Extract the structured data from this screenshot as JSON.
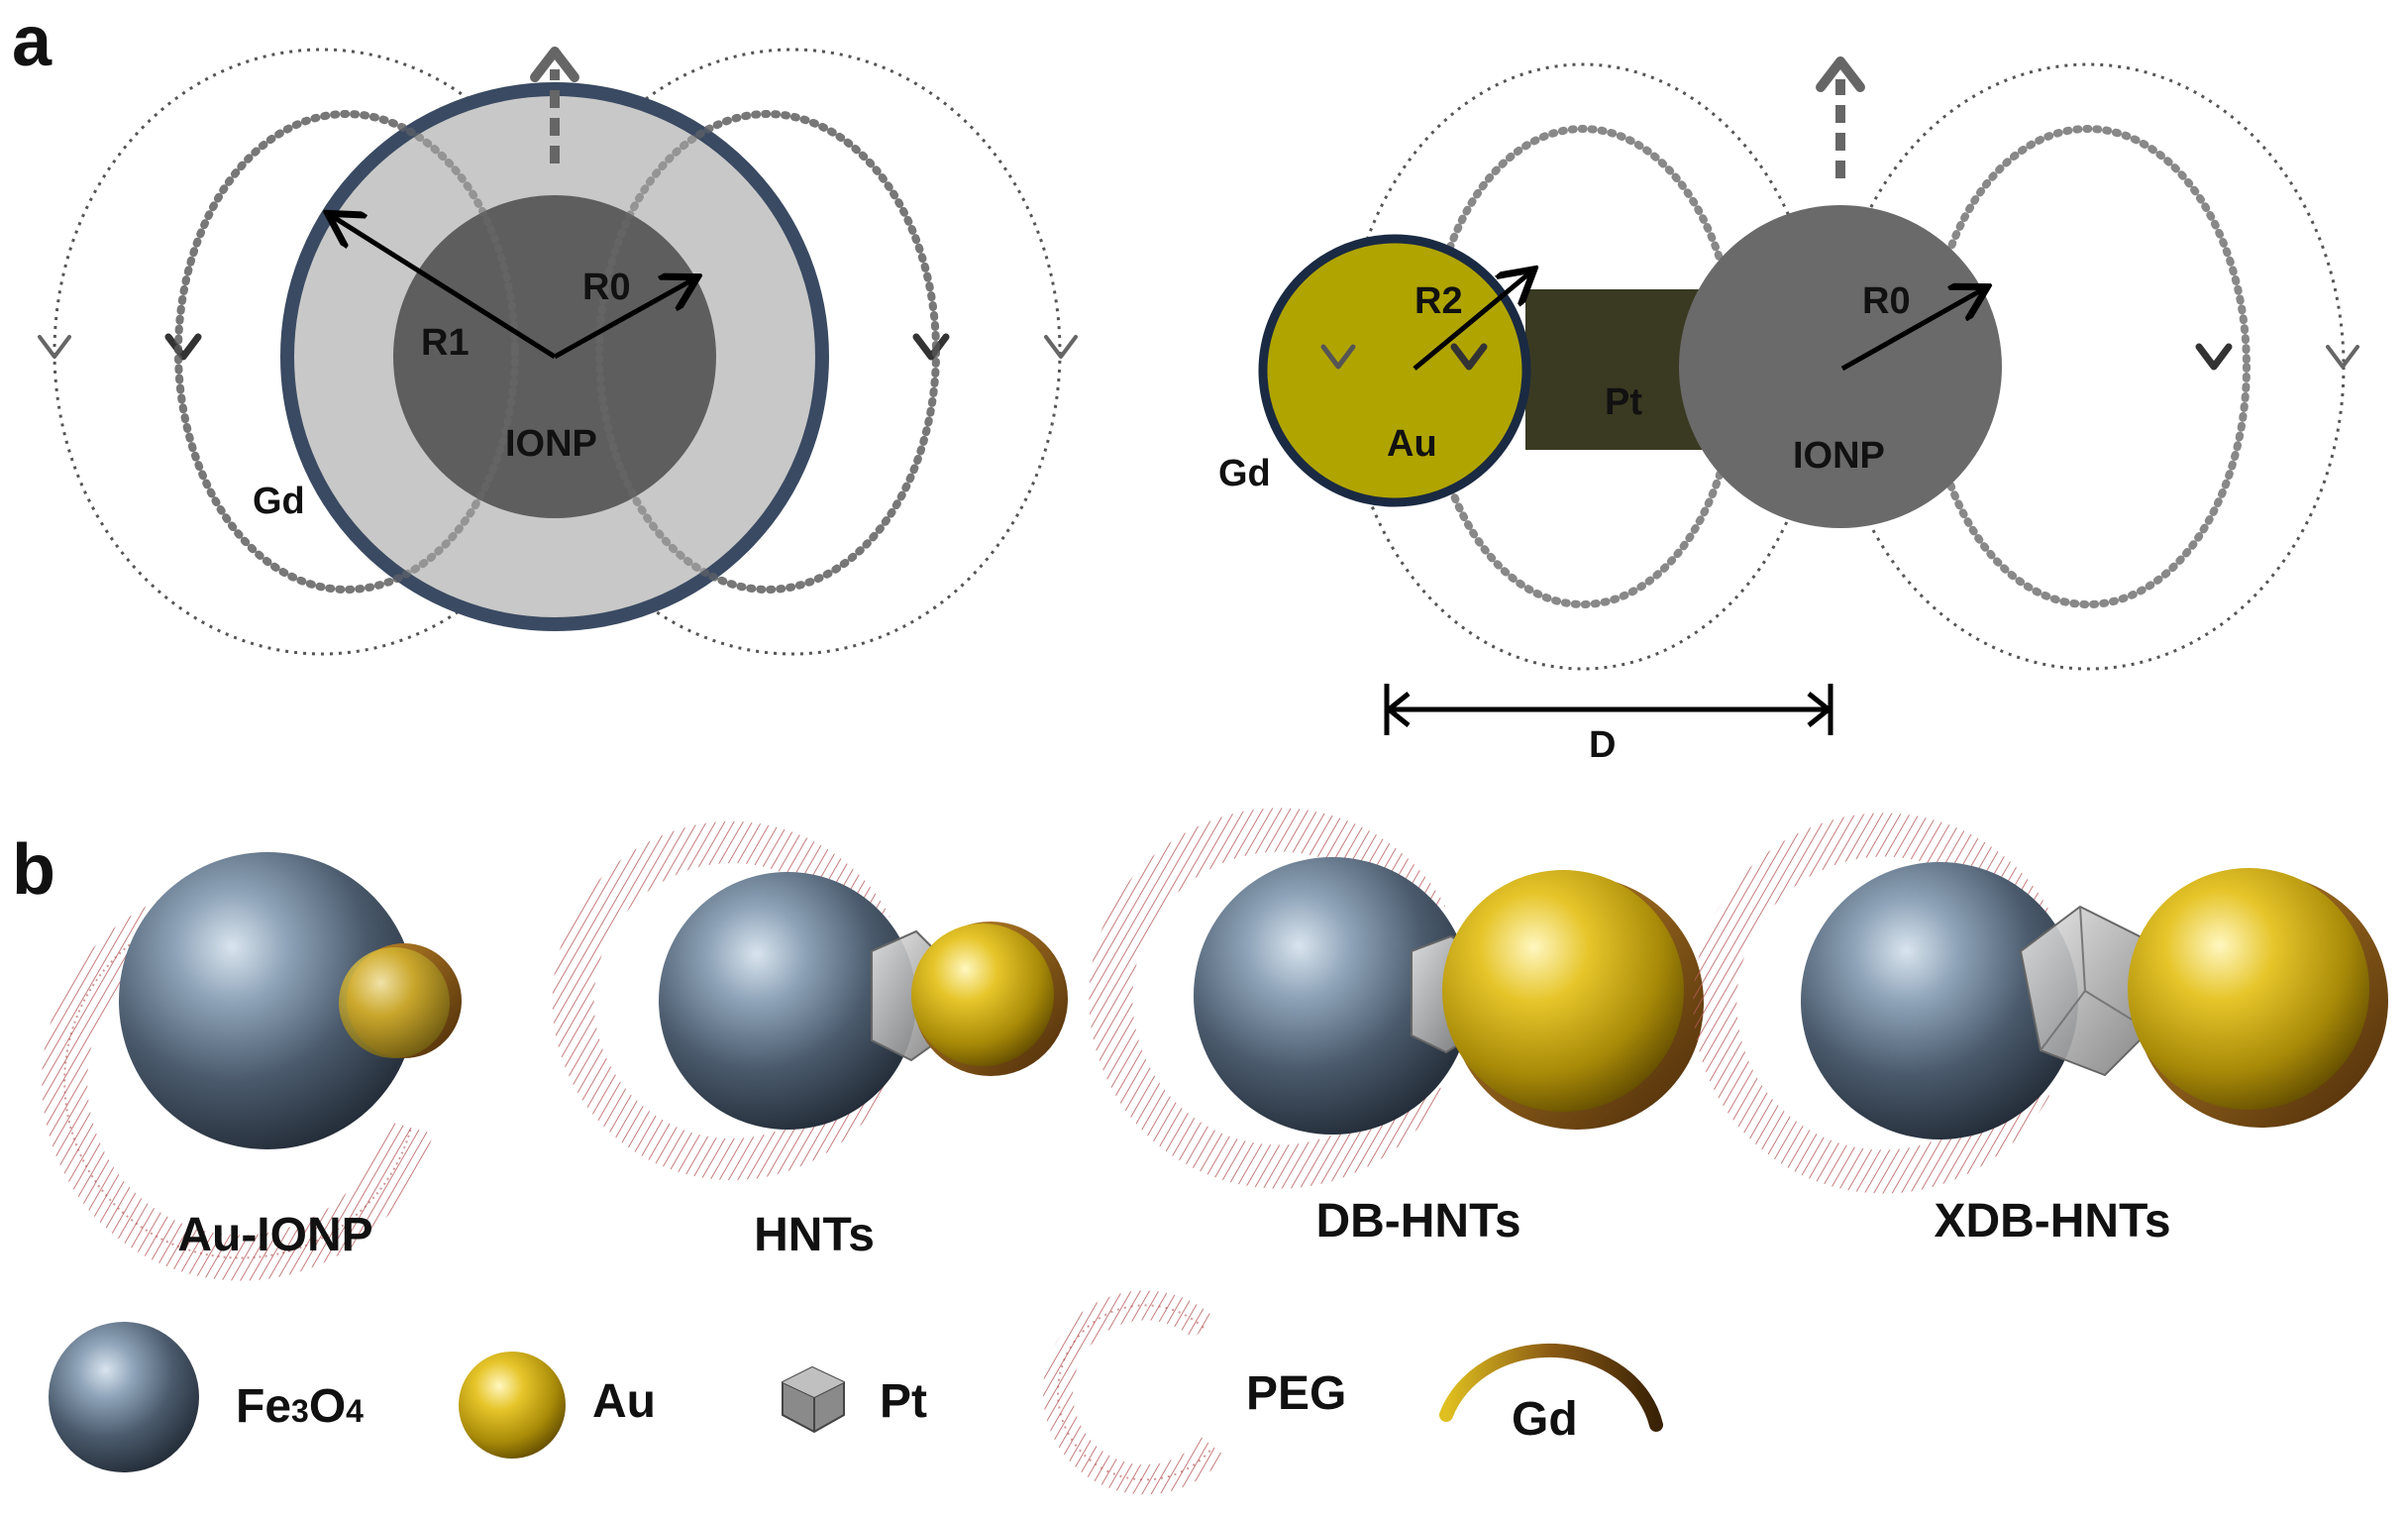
{
  "panel_a": {
    "letter": "a",
    "core_shell": {
      "r1": "R1",
      "r0": "R0",
      "core": "IONP",
      "shell": "Gd"
    },
    "dumbbell": {
      "r2": "R2",
      "r0": "R0",
      "gold": "Au",
      "link": "Pt",
      "core": "IONP",
      "shell": "Gd",
      "distance": "D"
    }
  },
  "panel_b": {
    "letter": "b",
    "captions": [
      "Au-IONP",
      "HNTs",
      "DB-HNTs",
      "XDB-HNTs"
    ]
  },
  "legend": {
    "fe3o4": {
      "pre": "Fe",
      "sub1": "3",
      "mid": "O",
      "sub2": "4"
    },
    "au": "Au",
    "pt": "Pt",
    "peg": "PEG",
    "gd": "Gd"
  },
  "colors": {
    "ionp_dark": "#5e5e5e",
    "shell_light": "#c8c8c8",
    "shell_rim": "#3a4a62",
    "gold_flat": "#b0a400",
    "pt_block": "#3a3a22",
    "peg": "#b05050",
    "gd_rim": "#8a5a1a"
  }
}
